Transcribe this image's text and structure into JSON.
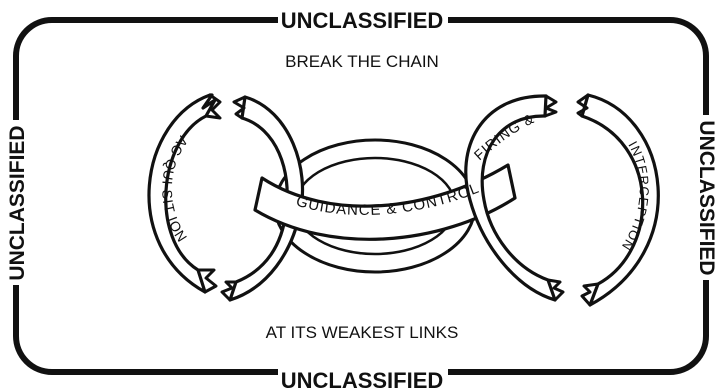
{
  "classification": {
    "top": "UNCLASSIFIED",
    "bottom": "UNCLASSIFIED",
    "left": "UNCLASSIFIED",
    "right": "UNCLASSIFIED"
  },
  "diagram": {
    "title": "BREAK THE CHAIN",
    "subtitle": "AT ITS WEAKEST LINKS",
    "links": {
      "left": "AC QUI SIT ION",
      "center": "GUIDANCE & CONTROL",
      "right_upper": "FIRING &",
      "right_outer": "INTERCEPTION"
    }
  },
  "colors": {
    "ink": "#111111",
    "paper": "#ffffff"
  }
}
